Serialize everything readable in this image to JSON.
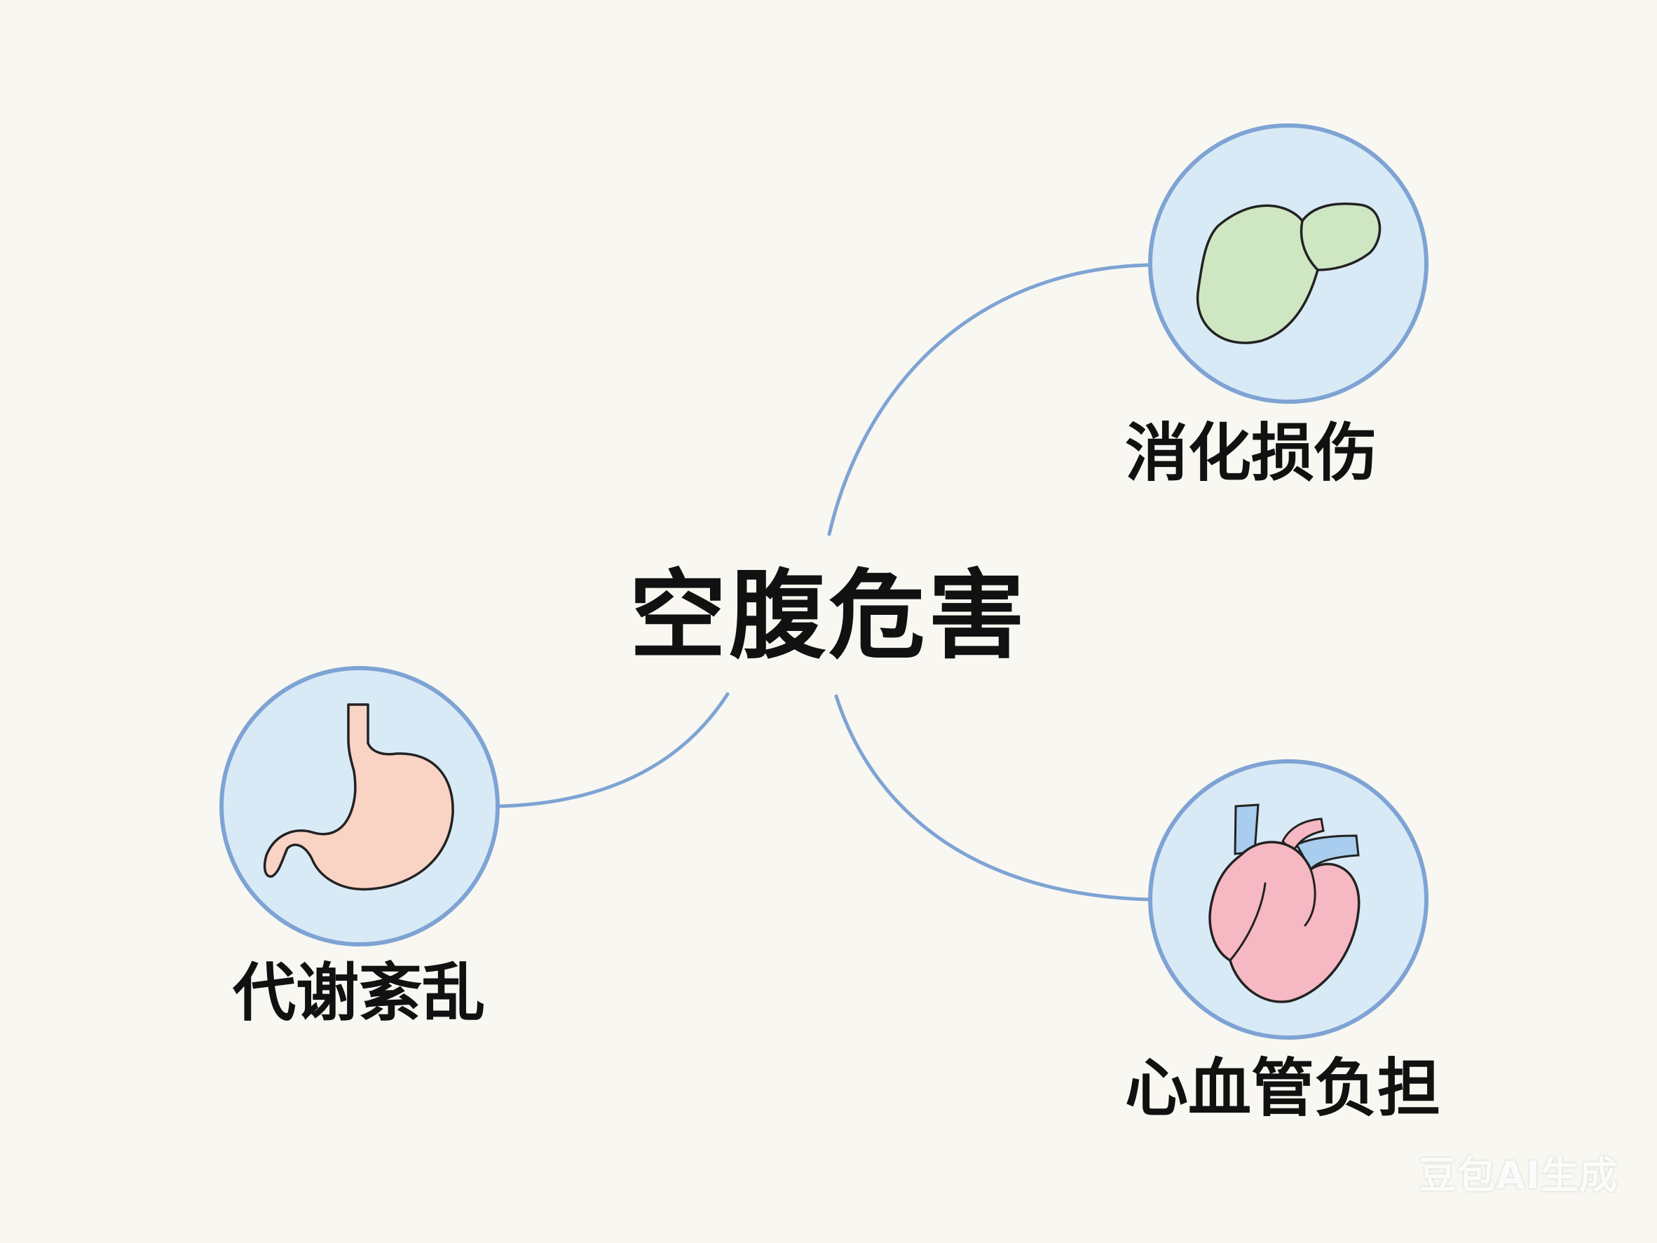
{
  "diagram": {
    "center_title": "空腹危害",
    "nodes": [
      {
        "id": "digestive",
        "label": "消化损伤",
        "icon": "gallbladder-icon",
        "fill": "#cfe6c3"
      },
      {
        "id": "metabolic",
        "label": "代谢紊乱",
        "icon": "stomach-icon",
        "fill": "#f9d3c4"
      },
      {
        "id": "cardio",
        "label": "心血管负担",
        "icon": "heart-icon",
        "fill": "#f6b8c2"
      }
    ]
  },
  "colors": {
    "background": "#f8f7f1",
    "connector": "#7ea3d4",
    "circle_fill": "#d9eaf7",
    "circle_stroke": "#7ea3d4",
    "vessel": "#a8cdee"
  },
  "watermark": "豆包AI生成"
}
